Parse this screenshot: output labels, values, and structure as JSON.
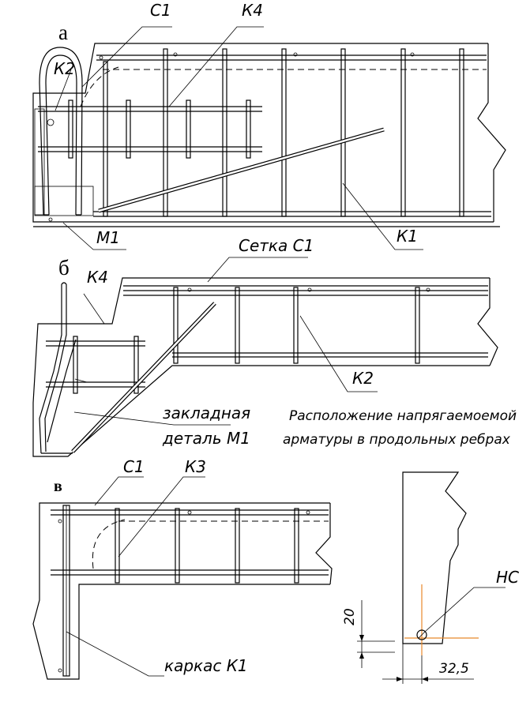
{
  "sections": {
    "a": {
      "letter": "а",
      "labels": {
        "c1": "С1",
        "k4": "К4",
        "k2": "К2",
        "m1": "М1",
        "k1": "К1"
      }
    },
    "b": {
      "letter": "б",
      "labels": {
        "k4": "К4",
        "setka": "Сетка С1",
        "k2": "К2",
        "zakl1": "закладная",
        "zakl2": "деталь М1"
      }
    },
    "v": {
      "letter": "в",
      "labels": {
        "c1": "С1",
        "k3": "К3",
        "karkas": "каркас К1"
      }
    }
  },
  "caption": {
    "line1": "Расположение напрягаемоемой",
    "line2": "арматуры в продольных ребрах"
  },
  "detail": {
    "hc": "НС",
    "dim_vertical": "20",
    "dim_horizontal": "32,5"
  }
}
